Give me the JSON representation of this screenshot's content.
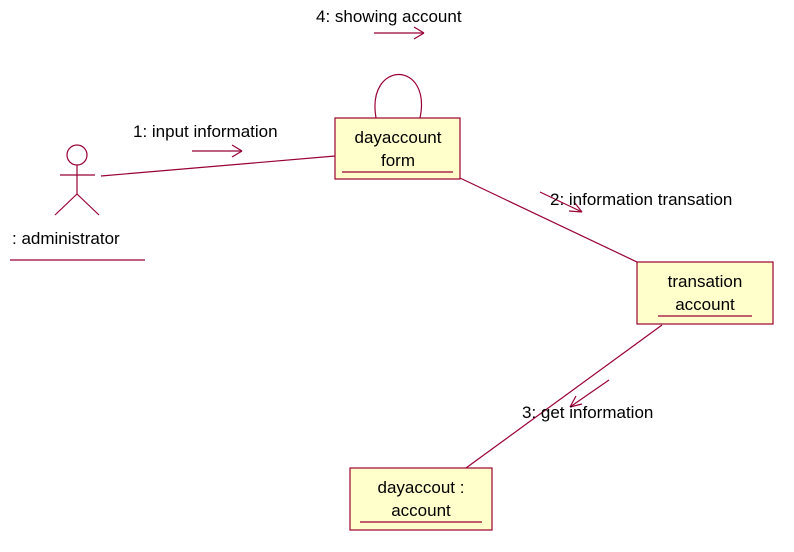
{
  "colors": {
    "line": "#990033",
    "object_fill": "#FFFFCC",
    "object_border": "#990033",
    "text": "#000000"
  },
  "actor": {
    "icon": "stick-figure-icon",
    "label": ": administrator"
  },
  "objects": {
    "dayaccount_form": {
      "line1": "dayaccount",
      "line2": "form"
    },
    "transation_account": {
      "line1": "transation",
      "line2": "account"
    },
    "dayaccout_account": {
      "line1": "dayaccout :",
      "line2": "account"
    }
  },
  "messages": {
    "m1": "1: input information",
    "m2": "2: information transation",
    "m3": "3: get information",
    "m4": "4: showing account"
  }
}
